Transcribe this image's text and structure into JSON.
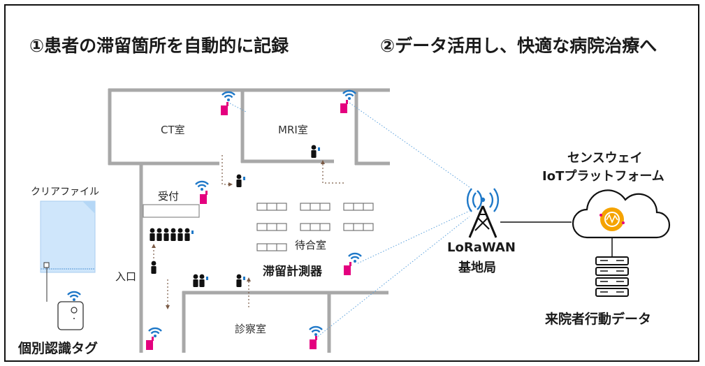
{
  "headings": {
    "step1": "①患者の滞留箇所を自動的に記録",
    "step2": "②データ活用し、快適な病院治療へ"
  },
  "rooms": {
    "ct": "CT室",
    "mri": "MRI室",
    "reception": "受付",
    "waiting": "待合室",
    "exam": "診察室",
    "entrance": "入口"
  },
  "labels": {
    "clear_file": "クリアファイル",
    "tag": "個別認識タグ",
    "sensor": "滞留計測器",
    "base_station_line1": "LoRaWAN",
    "base_station_line2": "基地局",
    "platform_line1": "センスウェイ",
    "platform_line2": "IoTプラットフォーム",
    "visitor_data": "来院者行動データ"
  },
  "colors": {
    "sensor": "#e4007f",
    "wifi": "#1e78c8",
    "dotted_link": "#5aa0dc",
    "wall": "#a8a8a8",
    "platform_icon": "#f5a300"
  }
}
